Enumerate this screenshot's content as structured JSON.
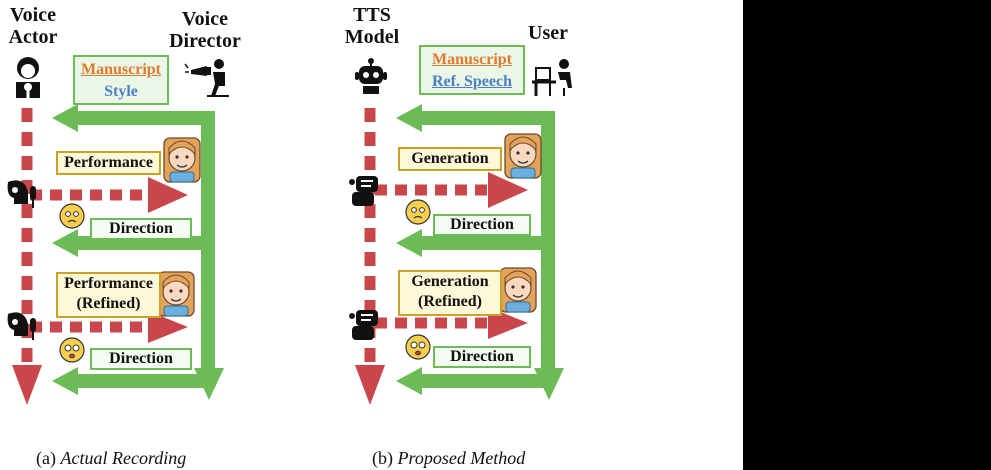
{
  "panel_a": {
    "left_label": [
      "Voice",
      "Actor"
    ],
    "right_label": [
      "Voice",
      "Director"
    ],
    "bubble_line1": "Manuscript",
    "bubble_line2": "Style",
    "tag1": "Performance",
    "tag2": "Direction",
    "tag3_line1": "Performance",
    "tag3_line2": "(Refined)",
    "tag4": "Direction",
    "caption_prefix": "(a)",
    "caption_italic": "Actual Recording"
  },
  "panel_b": {
    "left_label": [
      "TTS",
      "Model"
    ],
    "right_label": [
      "User"
    ],
    "bubble_line1": "Manuscript",
    "bubble_line2": "Ref. Speech",
    "tag1": "Generation",
    "tag2": "Direction",
    "tag3_line1": "Generation",
    "tag3_line2": "(Refined)",
    "tag4": "Direction",
    "caption_prefix": "(b)",
    "caption_italic": "Proposed Method"
  },
  "colors": {
    "green": "#6dbb57",
    "red": "#c9474b",
    "orange": "#e07a2c",
    "blue": "#4b7fc4",
    "yellow": "#f3c94a"
  }
}
